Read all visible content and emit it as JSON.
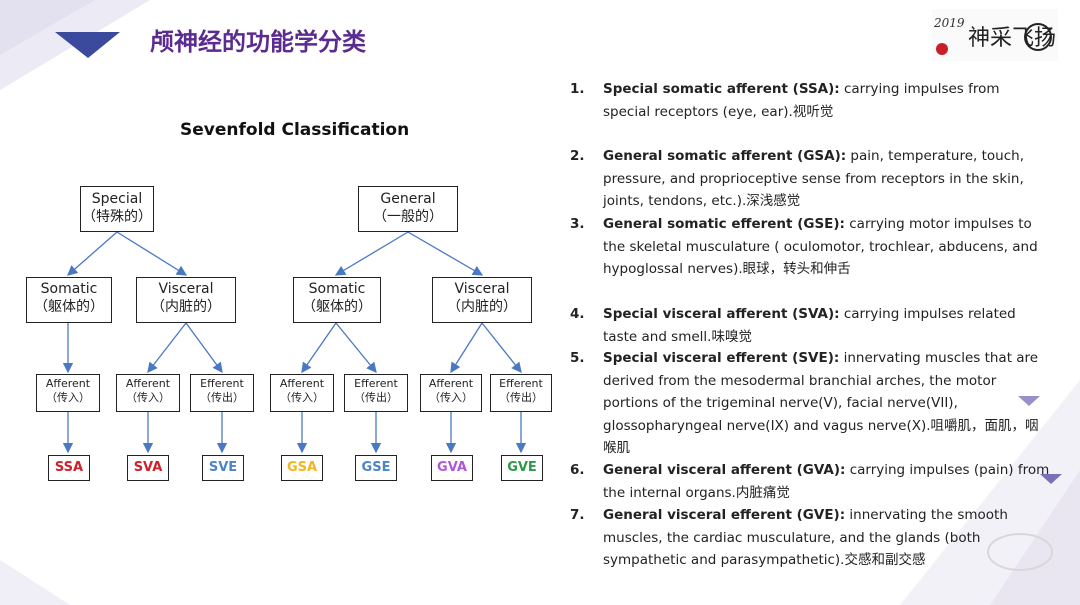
{
  "title": "颅神经的功能学分类",
  "subtitle": "Sevenfold Classification",
  "logo_text": "2019 神采飞扬",
  "diagram": {
    "roots": [
      {
        "en": "Special",
        "zh": "（特殊的）"
      },
      {
        "en": "General",
        "zh": "（一般的）"
      }
    ],
    "mid": [
      {
        "en": "Somatic",
        "zh": "（躯体的）"
      },
      {
        "en": "Visceral",
        "zh": "（内脏的）"
      },
      {
        "en": "Somatic",
        "zh": "（躯体的）"
      },
      {
        "en": "Visceral",
        "zh": "（内脏的）"
      }
    ],
    "low": [
      {
        "en": "Afferent",
        "zh": "（传入）"
      },
      {
        "en": "Afferent",
        "zh": "（传入）"
      },
      {
        "en": "Efferent",
        "zh": "（传出）"
      },
      {
        "en": "Afferent",
        "zh": "（传入）"
      },
      {
        "en": "Efferent",
        "zh": "（传出）"
      },
      {
        "en": "Afferent",
        "zh": "（传入）"
      },
      {
        "en": "Efferent",
        "zh": "（传出）"
      }
    ],
    "leaves": [
      {
        "label": "SSA",
        "color": "#d0202a"
      },
      {
        "label": "SVA",
        "color": "#d0202a"
      },
      {
        "label": "SVE",
        "color": "#4a86c5"
      },
      {
        "label": "GSA",
        "color": "#f2b51d"
      },
      {
        "label": "GSE",
        "color": "#4a86c5"
      },
      {
        "label": "GVA",
        "color": "#b256d8"
      },
      {
        "label": "GVE",
        "color": "#2e9a48"
      }
    ]
  },
  "list": [
    {
      "num": "1.",
      "term": "Special somatic afferent (SSA):",
      "text": " carrying impulses from special receptors (eye, ear).视听觉"
    },
    {
      "num": "2.",
      "term": "General somatic afferent (GSA):",
      "text": " pain, temperature, touch, pressure, and proprioceptive sense from receptors in the skin, joints, tendons, etc.).深浅感觉"
    },
    {
      "num": "3.",
      "term": "General somatic efferent (GSE):",
      "text": " carrying motor impulses to the skeletal musculature ( oculomotor, trochlear, abducens, and hypoglossal nerves).眼球，转头和伸舌"
    },
    {
      "num": "4.",
      "term": "Special visceral afferent (SVA):",
      "text": " carrying impulses related taste and smell.味嗅觉"
    },
    {
      "num": "5.",
      "term": "Special visceral efferent (SVE):",
      "text": " innervating muscles that are derived from the mesodermal branchial arches,  the motor portions of the trigeminal nerve(V), facial nerve(VII), glossopharyngeal nerve(IX) and vagus nerve(X).咀嚼肌，面肌，咽喉肌"
    },
    {
      "num": "6.",
      "term": "General visceral afferent (GVA):",
      "text": " carrying impulses (pain) from the internal organs.内脏痛觉"
    },
    {
      "num": "7.",
      "term": "General visceral efferent (GVE):",
      "text": " innervating the smooth muscles, the cardiac musculature, and the glands (both sympathetic and parasympathetic).交感和副交感"
    }
  ]
}
